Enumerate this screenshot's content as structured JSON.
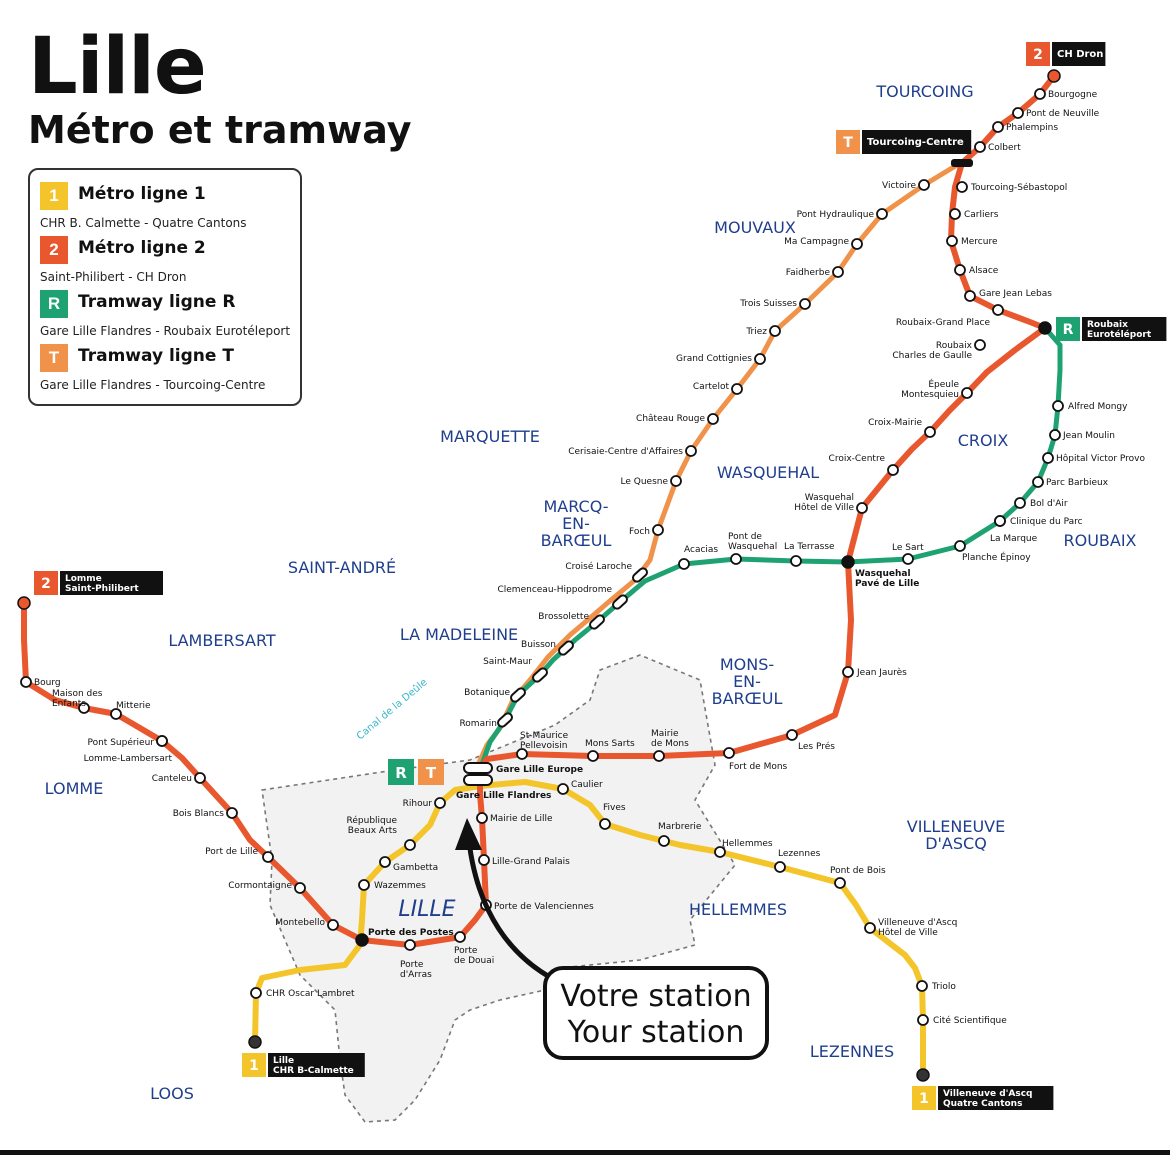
{
  "title": "Lille",
  "subtitle": "Métro et tramway",
  "colors": {
    "line1": "#f4c52b",
    "line2": "#e8572e",
    "lineR": "#1fa272",
    "lineT": "#f0924a",
    "area": "#868686",
    "district": "#1f3e8c",
    "canal": "#3ab6c8"
  },
  "legend": [
    {
      "badge": "1",
      "name": "Métro ligne 1",
      "route": "CHR B. Calmette - Quatre Cantons",
      "color": "#f4c52b"
    },
    {
      "badge": "2",
      "name": "Métro ligne 2",
      "route": "Saint-Philibert - CH Dron",
      "color": "#e8572e"
    },
    {
      "badge": "R",
      "name": "Tramway ligne R",
      "route": "Gare Lille Flandres - Roubaix Eurotéleport",
      "color": "#1fa272"
    },
    {
      "badge": "T",
      "name": "Tramway ligne T",
      "route": "Gare Lille Flandres - Tourcoing-Centre",
      "color": "#f0924a"
    }
  ],
  "districts": [
    "TOURCOING",
    "MOUVAUX",
    "MARQUETTE",
    "WASQUEHAL",
    "CROIX",
    "ROUBAIX",
    "MARCQ-EN-BARŒUL",
    "SAINT-ANDRÉ",
    "LAMBERSART",
    "LA MADELEINE",
    "MONS-EN-BARŒUL",
    "LOMME",
    "VILLENEUVE D'ASCQ",
    "HELLEMMES",
    "LILLE",
    "LEZENNES",
    "LOOS"
  ],
  "canal": "Canal de la Deûle",
  "stations": [
    "CH Dron",
    "Bourgogne",
    "Pont de Neuville",
    "Phalempins",
    "Colbert",
    "Tourcoing-Centre",
    "Tourcoing-Sébastopol",
    "Carliers",
    "Mercure",
    "Alsace",
    "Gare Jean Lebas",
    "Roubaix-Grand Place",
    "Roubaix Eurotéléport",
    "Roubaix Charles de Gaulle",
    "Épeule Montesquieu",
    "Croix-Mairie",
    "Croix-Centre",
    "Wasquehal Hôtel de Ville",
    "Wasquehal Pavé de Lille",
    "Jean Jaurès",
    "Les Prés",
    "Fort de Mons",
    "Mairie de Mons",
    "Mons Sarts",
    "St-Maurice Pellevoisin",
    "Gare Lille Europe",
    "Gare Lille Flandres",
    "Mairie de Lille",
    "Lille-Grand Palais",
    "Porte de Valenciennes",
    "Porte de Douai",
    "Porte d'Arras",
    "Porte des Postes",
    "Montebello",
    "Cormontaigne",
    "Port de Lille",
    "Bois Blancs",
    "Canteleu",
    "Lomme-Lambersart",
    "Pont Supérieur",
    "Mitterie",
    "Maison des Enfants",
    "Bourg",
    "Lomme Saint-Philibert",
    "Victoire",
    "Pont Hydraulique",
    "Ma Campagne",
    "Faidherbe",
    "Trois Suisses",
    "Triez",
    "Grand Cottignies",
    "Cartelot",
    "Château Rouge",
    "Cerisaie-Centre d'Affaires",
    "Le Quesne",
    "Foch",
    "Croisé Laroche",
    "Clemenceau-Hippodrome",
    "Brossolette",
    "Buisson",
    "Saint-Maur",
    "Botanique",
    "Romarin",
    "Acacias",
    "Pont de Wasquehal",
    "La Terrasse",
    "Le Sart",
    "Planche Épinoy",
    "La Marque",
    "Clinique du Parc",
    "Bol d'Air",
    "Parc Barbieux",
    "Hôpital Victor Provo",
    "Jean Moulin",
    "Alfred Mongy",
    "Caulier",
    "Fives",
    "Marbrerie",
    "Hellemmes",
    "Lezennes",
    "Pont de Bois",
    "Villeneuve d'Ascq Hôtel de Ville",
    "Triolo",
    "Cité Scientifique",
    "Villeneuve d'Ascq Quatre Cantons",
    "Rihour",
    "République Beaux Arts",
    "Gambetta",
    "Wazemmes",
    "CHR Oscar Lambret",
    "Lille CHR B-Calmette"
  ],
  "terminals": [
    {
      "badge": "2",
      "text": "CH Dron"
    },
    {
      "badge": "T",
      "text": "Tourcoing-Centre"
    },
    {
      "badge": "R",
      "text": "Roubaix Eurotéléport"
    },
    {
      "badge": "2",
      "text": "Lomme Saint-Philibert"
    },
    {
      "badge": "1",
      "text": "Lille CHR B-Calmette"
    },
    {
      "badge": "1",
      "text": "Villeneuve d'Ascq Quatre Cantons"
    }
  ],
  "rt_badges": [
    "R",
    "T"
  ],
  "callout": {
    "line1": "Votre station",
    "line2": "Your station"
  }
}
